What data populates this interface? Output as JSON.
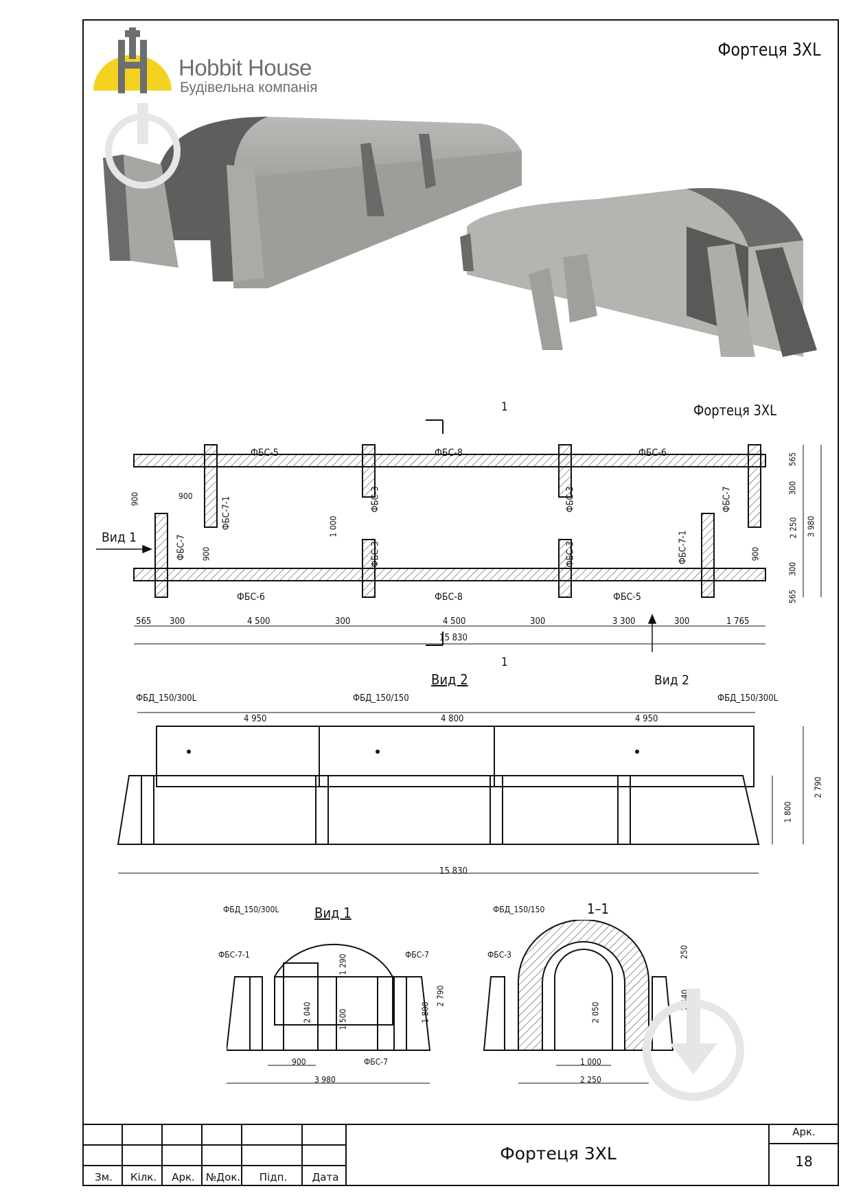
{
  "logo": {
    "name": "Hobbit House",
    "subtitle": "Будівельна компанія",
    "colors": {
      "yellow": "#f4d320",
      "gray": "#6d6e70"
    }
  },
  "header": {
    "title": "Фортеця 3XL"
  },
  "render": {
    "caption": "Фортеця 3XL"
  },
  "plan": {
    "section_marker_top": "1",
    "section_marker_bottom": "1",
    "view1_label": "Вид 1",
    "view2_label": "Вид 2",
    "blocks_top": [
      "ФБС-5",
      "ФБС-8",
      "ФБС-6"
    ],
    "blocks_bottom": [
      "ФБС-6",
      "ФБС-8",
      "ФБС-5"
    ],
    "blocks_vertical": [
      "ФБС-7-1",
      "ФБС-3",
      "ФБС-3",
      "ФБС-7",
      "ФБС-7",
      "ФБС-3",
      "ФБС-3",
      "ФБС-7-1"
    ],
    "dims_bottom": [
      "565",
      "300",
      "4 500",
      "300",
      "4 500",
      "300",
      "3 300",
      "300",
      "1 765"
    ],
    "dim_total": "15 830",
    "dims_right": [
      "565",
      "300",
      "2 250",
      "300",
      "565"
    ],
    "dim_right_total": "3 980",
    "dims_inner": [
      "900",
      "900",
      "900",
      "1 000",
      "900"
    ]
  },
  "view2": {
    "title": "Вид 2",
    "labels": [
      "ФБД_150/300L",
      "ФБД_150/150",
      "ФБД_150/300L"
    ],
    "dims_top": [
      "4 950",
      "4 800",
      "4 950"
    ],
    "dim_total": "15 830",
    "dims_right": [
      "1 800",
      "2 790"
    ]
  },
  "view1": {
    "title": "Вид 1",
    "labels": [
      "ФБД_150/300L",
      "ФБС-7-1",
      "ФБС-7",
      "ФБС-7"
    ],
    "dims_vertical": [
      "1 290",
      "2 040",
      "1 500",
      "1 800",
      "2 790"
    ],
    "dims_bottom": [
      "900",
      "3 980"
    ]
  },
  "section": {
    "title": "1–1",
    "labels": [
      "ФБД_150/150",
      "ФБС-3"
    ],
    "dims_vertical": [
      "250",
      "2 540",
      "2 050"
    ],
    "dims_bottom": [
      "1 000",
      "2 250"
    ]
  },
  "title_block": {
    "headers": [
      "Зм.",
      "Кілк.",
      "Арк.",
      "№Док.",
      "Підп.",
      "Дата"
    ],
    "drawing_title": "Фортеця 3XL",
    "sheet_label": "Арк.",
    "sheet_number": "18"
  }
}
